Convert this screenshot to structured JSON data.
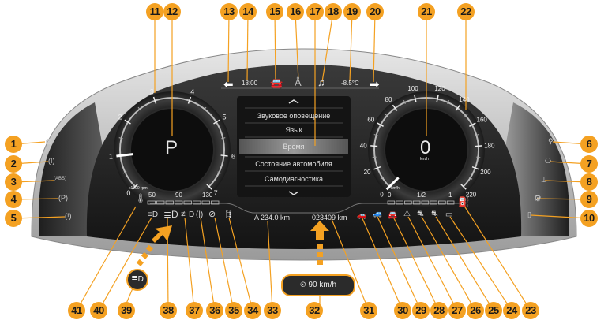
{
  "top_bar": {
    "arrow_left": "⬅",
    "clock": "18:00",
    "car_icon": "car-icon",
    "nav_icon": "navigation-icon",
    "music_icon": "music-icon",
    "temperature": "-8.5°C",
    "arrow_right": "➡"
  },
  "tachometer": {
    "ticks": [
      "0",
      "1",
      "2",
      "3",
      "4",
      "5",
      "6",
      "7"
    ],
    "unit": "x1000 rpm",
    "gear": "P",
    "needle_value": 1
  },
  "speedometer": {
    "ticks": [
      "0",
      "20",
      "40",
      "60",
      "80",
      "100",
      "120",
      "140",
      "160",
      "180",
      "200",
      "220"
    ],
    "unit_small": "km/h",
    "speed": "0",
    "speed_unit": "km/h",
    "needle_value": 0
  },
  "menu": {
    "items": [
      "Звуковое оповещение",
      "Язык",
      "Время",
      "Состояние автомобиля",
      "Самодиагностика"
    ],
    "selected_index": 2
  },
  "temp_gauge": {
    "labels": [
      "50",
      "90",
      "130"
    ],
    "level_fraction": 0
  },
  "fuel_gauge": {
    "labels": [
      "0",
      "1/2",
      "1"
    ],
    "level_fraction": 0
  },
  "trip": "A 234.0 km",
  "odometer": "023409 km",
  "speed_limit_popup": "90 km/h",
  "left_indicators": [
    "steering-warning-icon",
    "brake-warning-icon",
    "abs-icon",
    "parking-brake-icon",
    "tire-pressure-icon"
  ],
  "right_indicators": [
    "airbag-off-icon",
    "engine-check-icon",
    "coolant-temp-icon",
    "powertrain-warning-icon",
    "door-open-icon"
  ],
  "callouts": [
    "1",
    "2",
    "3",
    "4",
    "5",
    "6",
    "7",
    "8",
    "9",
    "10",
    "11",
    "12",
    "13",
    "14",
    "15",
    "16",
    "17",
    "18",
    "19",
    "20",
    "21",
    "22",
    "23",
    "24",
    "25",
    "26",
    "27",
    "28",
    "29",
    "30",
    "31",
    "32",
    "33",
    "34",
    "35",
    "36",
    "37",
    "38",
    "39",
    "40",
    "41"
  ],
  "colors": {
    "accent": "#f4a122",
    "panel": "#1c1c1c",
    "text": "#e8e8e8"
  }
}
